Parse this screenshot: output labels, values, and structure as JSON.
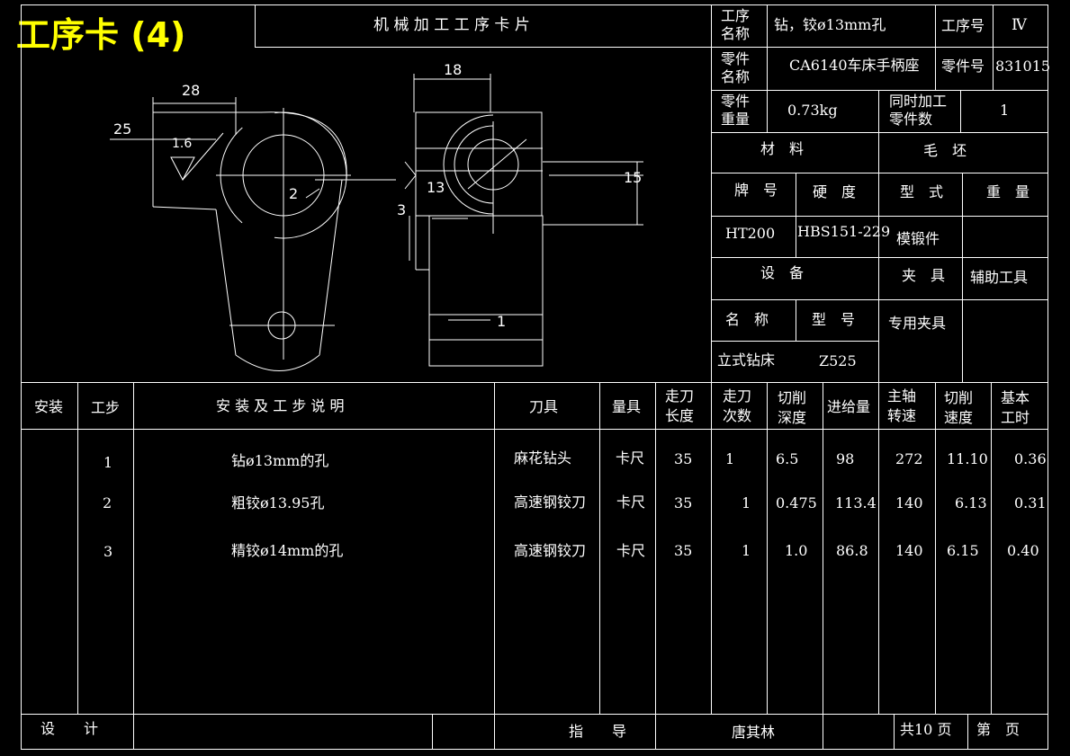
{
  "banner": "工序卡 (4)",
  "card_title": "机 械 加 工 工 序 卡 片",
  "header": {
    "op_name_label": "工序\n名称",
    "op_name_value": "钻，铰ø13mm孔",
    "op_no_label": "工序号",
    "op_no_value": "Ⅳ",
    "part_name_label": "零件\n名称",
    "part_name_value": "CA6140车床手柄座",
    "part_no_label": "零件号",
    "part_no_value": "831015",
    "part_weight_label": "零件\n重量",
    "part_weight_value": "0.73kg",
    "concurrent_label": "同时加工\n零件数",
    "concurrent_value": "1",
    "material_label": "材　料",
    "blank_label": "毛　坯",
    "grade_label": "牌　号",
    "hardness_label": "硬　度",
    "type_label": "型　式",
    "weight_label": "重　量",
    "grade_value": "HT200",
    "hardness_value": "HBS151-229",
    "type_value": "模锻件",
    "equipment_label": "设　备",
    "fixture_label": "夹　具",
    "aux_tool_label": "辅助工具",
    "eq_name_label": "名　称",
    "eq_model_label": "型　号",
    "fixture_value": "专用夹具",
    "eq_name_value": "立式钻床",
    "eq_model_value": "Z525"
  },
  "drawing_labels": {
    "dim_28": "28",
    "dim_25": "25",
    "dim_16": "1.6",
    "dim_2": "2",
    "dim_18": "18",
    "dim_13": "13",
    "dim_15": "15",
    "dim_3": "3",
    "dim_1": "1"
  },
  "table": {
    "headers": [
      "安装",
      "工步",
      "安 装 及 工 步 说 明",
      "刀具",
      "量具",
      "走刀\n长度",
      "走刀\n次数",
      "切削\n深度",
      "进给量",
      "主轴\n转速",
      "切削\n速度",
      "基本\n工时"
    ],
    "rows": [
      [
        "",
        "1",
        "钻ø13mm的孔",
        "麻花钻头",
        "卡尺",
        "35",
        "1",
        "6.5",
        "98",
        "272",
        "11.10",
        "0.36"
      ],
      [
        "",
        "2",
        "粗铰ø13.95孔",
        "高速钢铰刀",
        "卡尺",
        "35",
        "1",
        "0.475",
        "113.4",
        "140",
        "6.13",
        "0.31"
      ],
      [
        "",
        "3",
        "精铰ø14mm的孔",
        "高速钢铰刀",
        "卡尺",
        "35",
        "1",
        "1.0",
        "86.8",
        "140",
        "6.15",
        "0.40"
      ]
    ]
  },
  "footer": {
    "design_label": "设　　计",
    "guide_label": "指　　导",
    "guide_value": "唐其林",
    "pages_label": "共10 页",
    "page_label": "第　页"
  }
}
